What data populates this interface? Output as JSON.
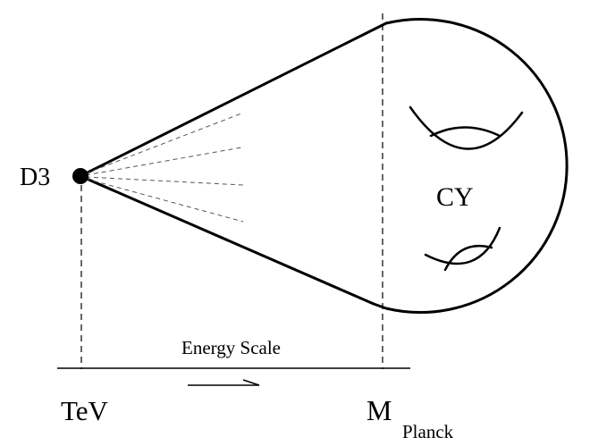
{
  "labels": {
    "brane": "D3",
    "manifold": "CY",
    "axis_title": "Energy Scale",
    "low_scale": "TeV",
    "high_scale_main": "M",
    "high_scale_sub": "Planck"
  }
}
